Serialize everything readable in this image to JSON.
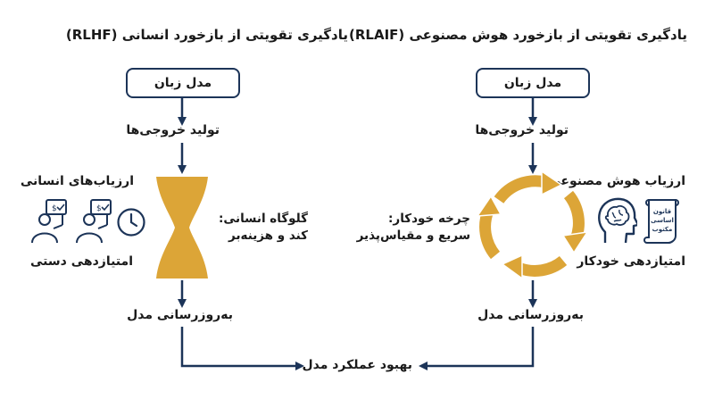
{
  "rlaif": {
    "title": "یادگیری تقویتی از بازخورد هوش مصنوعی (RLAIF)",
    "model_box": "مدل زبان",
    "generate": "تولید خروجی‌ها",
    "evaluator": "ارزیاب هوش مصنوعی",
    "cycle_label_1": "چرخه خودکار:",
    "cycle_label_2": "سریع و مقیاس‌پذیر",
    "constitution": [
      "قانون",
      "اساسی",
      "مکتوب"
    ],
    "scoring": "امتیازدهی خودکار",
    "update": "به‌روزرسانی مدل"
  },
  "rlhf": {
    "title": "یادگیری تقویتی از بازخورد انسانی (RLHF)",
    "model_box": "مدل زبان",
    "generate": "تولید خروجی‌ها",
    "evaluators": "ارزیاب‌های انسانی",
    "bottleneck_1": "گلوگاه انسانی:",
    "bottleneck_2": "کند و هزینه‌بر",
    "scoring": "امتیازدهی دستی",
    "update": "به‌روزرسانی مدل"
  },
  "result": "بهبود عملکرد مدل",
  "colors": {
    "navy": "#1c3458",
    "gold": "#dca537"
  },
  "icons": [
    "brain-head-icon",
    "scroll-icon",
    "human-evaluator-icon",
    "clock-icon",
    "hourglass-icon",
    "cycle-arrows-icon"
  ]
}
